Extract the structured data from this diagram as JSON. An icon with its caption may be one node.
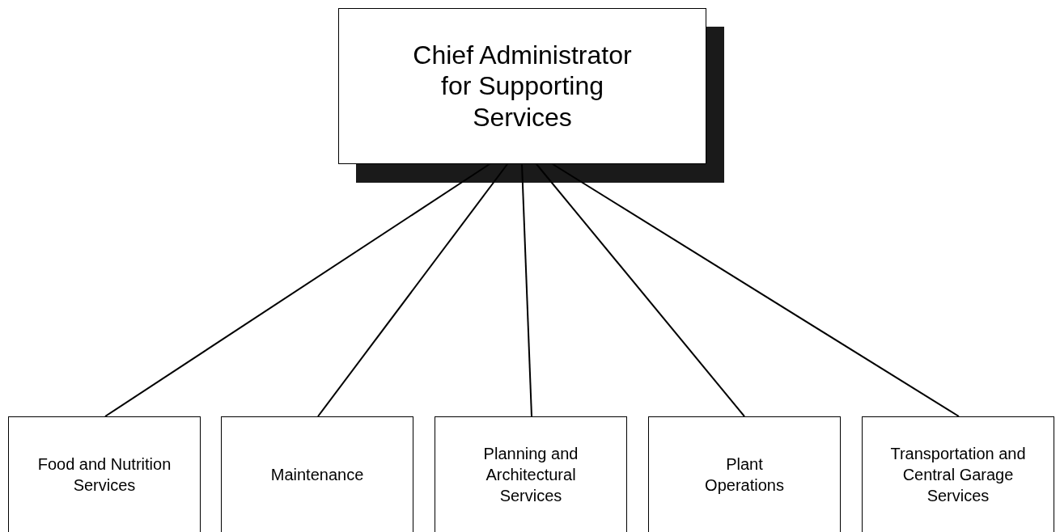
{
  "diagram": {
    "nodes": [
      {
        "text": [
          "Chief Administrator for Supporting Services"
        ]
      },
      {
        "text": [
          "Food and Nutrition Services"
        ]
      },
      {
        "text": [
          "Maintenance"
        ]
      },
      {
        "text": [
          "Planning and Architectural Services"
        ]
      },
      {
        "text": [
          "Plant Operations"
        ]
      },
      {
        "text": [
          "Transportation and Central Garage Services"
        ]
      }
    ],
    "edges": [
      {
        "from": 0,
        "to": 1,
        "arrow": "none"
      },
      {
        "from": 0,
        "to": 2,
        "arrow": "none"
      },
      {
        "from": 0,
        "to": 3,
        "arrow": "none"
      },
      {
        "from": 0,
        "to": 4,
        "arrow": "none"
      },
      {
        "from": 0,
        "to": 5,
        "arrow": "none"
      }
    ]
  }
}
